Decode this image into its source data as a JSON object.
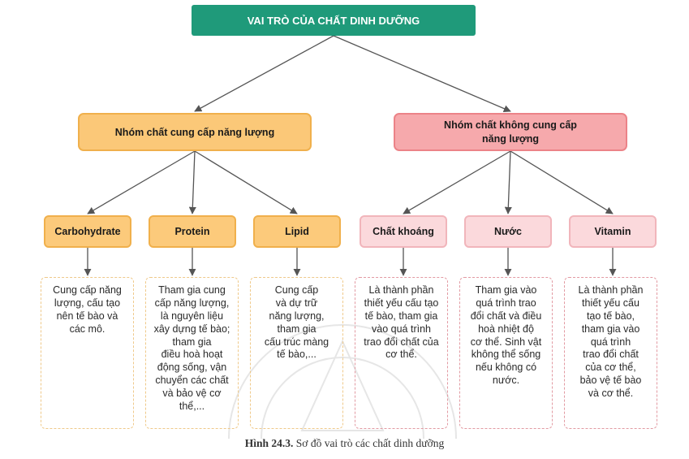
{
  "root": {
    "title": "VAI TRÒ CỦA CHẤT DINH DƯỠNG"
  },
  "groups": {
    "energy": {
      "title": "Nhóm chất cung cấp năng lượng"
    },
    "non_energy": {
      "title_line1": "Nhóm chất không cung cấp",
      "title_line2": "năng lượng"
    }
  },
  "categories": [
    {
      "name": "Carbohydrate",
      "lines": [
        "Cung cấp năng",
        "lượng, cấu tạo",
        "nên tế bào và",
        "các mô."
      ]
    },
    {
      "name": "Protein",
      "lines": [
        "Tham gia cung",
        "cấp năng lượng,",
        "là nguyên liệu",
        "xây dựng tế bào;",
        "tham gia",
        "điều hoà hoạt",
        "động sống, vận",
        "chuyển các chất",
        "và bảo vệ cơ thể,..."
      ]
    },
    {
      "name": "Lipid",
      "lines": [
        "Cung cấp",
        "và dự trữ",
        "năng lượng,",
        "tham gia",
        "cấu trúc màng",
        "tế bào,..."
      ]
    },
    {
      "name": "Chất khoáng",
      "lines": [
        "Là thành phần",
        "thiết yếu cấu tạo",
        "tế bào, tham gia",
        "vào quá trình",
        "trao đổi chất của",
        "cơ thể."
      ]
    },
    {
      "name": "Nước",
      "lines": [
        "Tham gia vào",
        "quá trình trao",
        "đổi chất và điều",
        "hoà nhiệt độ",
        "cơ thể. Sinh vật",
        "không thể sống",
        "nếu không có",
        "nước."
      ]
    },
    {
      "name": "Vitamin",
      "lines": [
        "Là thành phần",
        "thiết yếu cấu",
        "tạo tế bào,",
        "tham gia vào",
        "quá trình",
        "trao đổi chất",
        "của cơ thể,",
        "bảo vệ tế bào",
        "và cơ thể."
      ]
    }
  ],
  "caption": {
    "label": "Hình 24.3.",
    "text": "Sơ đồ vai trò các chất dinh dưỡng"
  },
  "colors": {
    "root": "#1f9a7a",
    "energy_group": "#fbc878",
    "non_energy_group": "#f6a9ac",
    "energy_category": "#fcca7b",
    "non_energy_category": "#fbd9dc",
    "connector": "#555555"
  }
}
